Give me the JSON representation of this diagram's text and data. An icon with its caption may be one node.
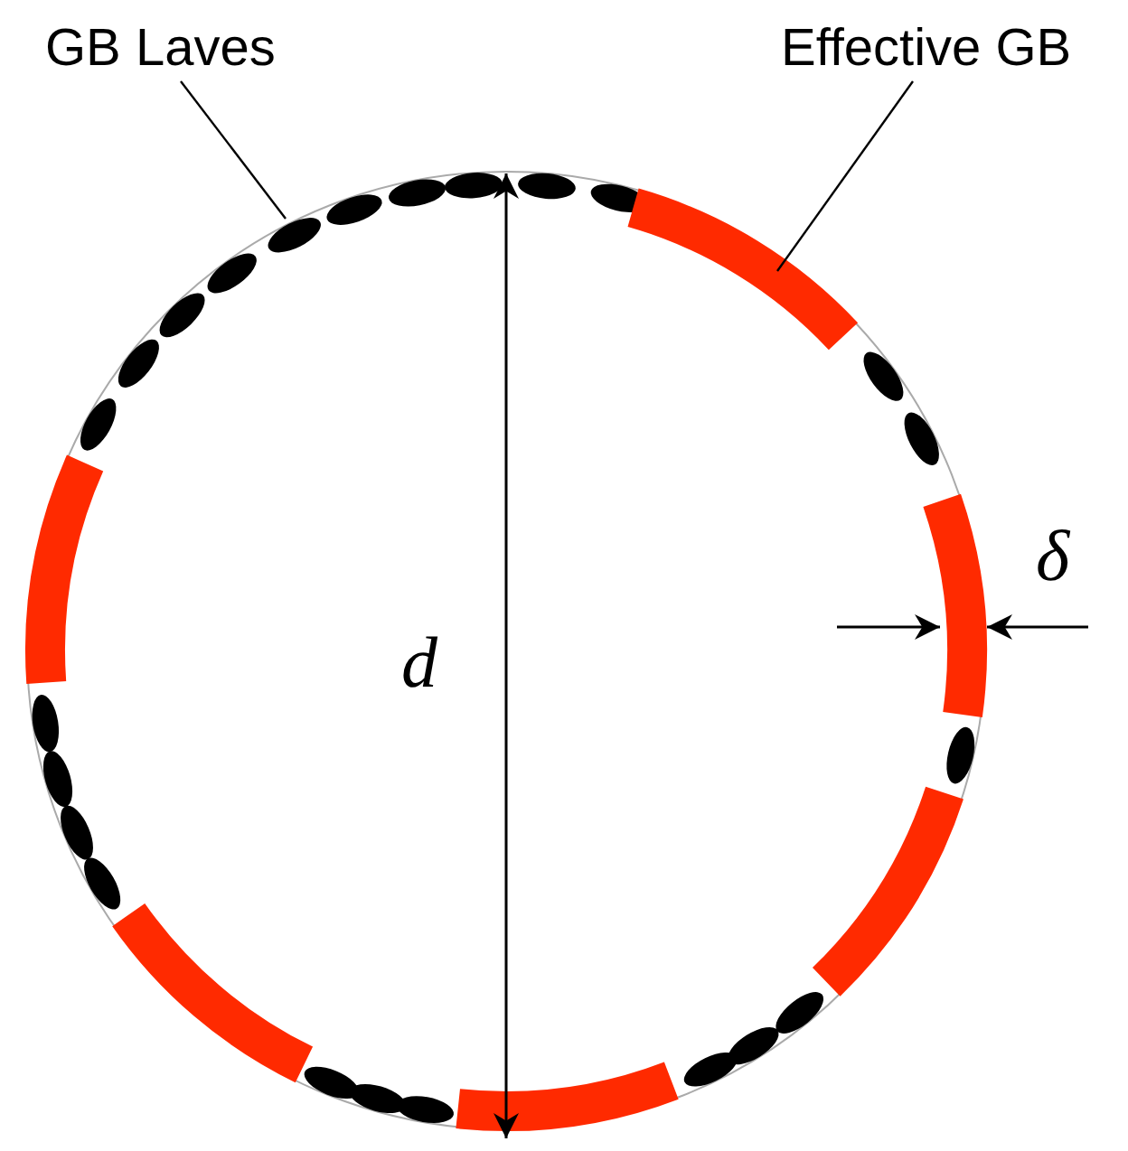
{
  "diagram": {
    "nodes": [
      {
        "text": [
          "GB Laves"
        ]
      },
      {
        "text": [],
        "shape": "ellipse"
      },
      {
        "text": [
          "Effective GB"
        ]
      },
      {
        "text": [],
        "shape": "arc"
      }
    ],
    "edges": [
      {
        "from": 0,
        "to": 1,
        "arrow": "none"
      },
      {
        "from": 2,
        "to": 3,
        "arrow": "none"
      }
    ],
    "labels": [
      "d",
      "δ"
    ]
  }
}
